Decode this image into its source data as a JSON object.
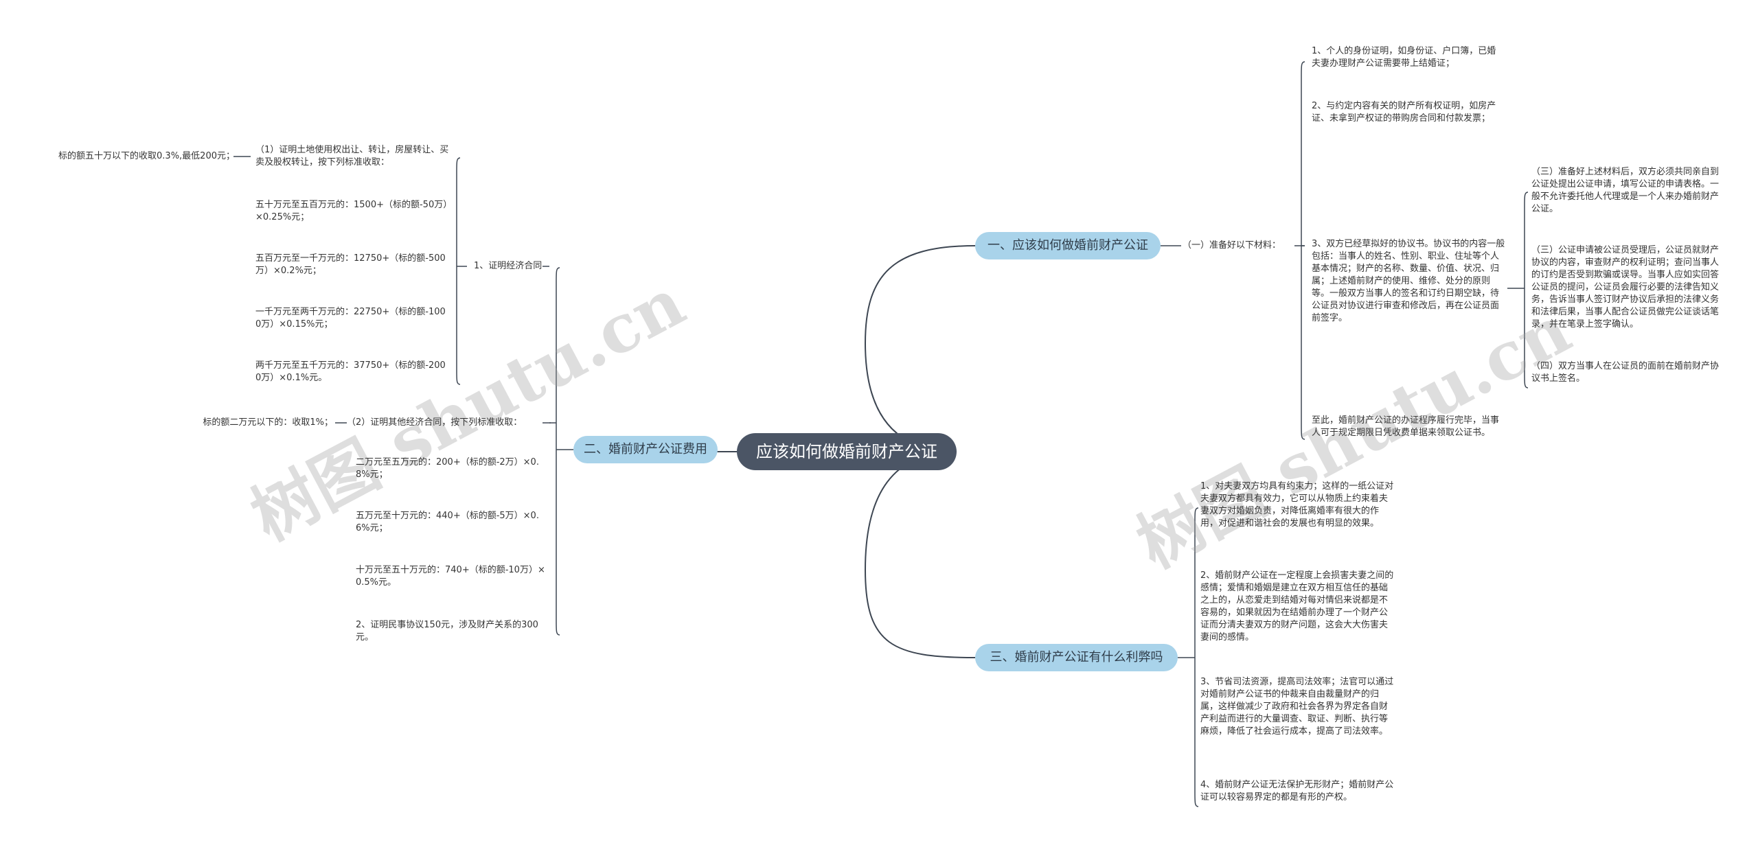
{
  "root": "应该如何做婚前财产公证",
  "branches": {
    "b1": "一、应该如何做婚前财产公证",
    "b2": "二、婚前财产公证费用",
    "b3": "三、婚前财产公证有什么利弊吗"
  },
  "b1": {
    "sub": "（一）准备好以下材料：",
    "items": [
      "1、个人的身份证明，如身份证、户口簿，已婚夫妻办理财产公证需要带上结婚证；",
      "2、与约定内容有关的财产所有权证明，如房产证、未拿到产权证的带购房合同和付款发票；",
      "3、双方已经草拟好的协议书。协议书的内容一般包括：当事人的姓名、性别、职业、住址等个人基本情况；财产的名称、数量、价值、状况、归属；上述婚前财产的使用、维修、处分的原则等。一般双方当事人的签名和订约日期空缺，待公证员对协议进行审查和修改后，再在公证员面前签字。",
      "至此，婚前财产公证的办证程序履行完毕，当事人可于规定期限日凭收费单据来领取公证书。"
    ],
    "steps": [
      "（三）准备好上述材料后，双方必须共同亲自到公证处提出公证申请，填写公证的申请表格。一般不允许委托他人代理或是一个人来办婚前财产公证。",
      "（三）公证申请被公证员受理后，公证员就财产协议的内容，审查财产的权利证明；查问当事人的订约是否受到欺骗或误导。当事人应如实回答公证员的提问，公证员会履行必要的法律告知义务，告诉当事人签订财产协议后承担的法律义务和法律后果，当事人配合公证员做完公证谈话笔录，并在笔录上签字确认。",
      "（四）双方当事人在公证员的面前在婚前财产协议书上签名。"
    ]
  },
  "b2": {
    "econ": "1、证明经济合同",
    "p1": "（1）证明土地使用权出让、转让，房屋转让、买卖及股权转让，按下列标准收取：",
    "p1_leaf": "标的额五十万以下的收取0.3%,最低200元；",
    "p1_items": [
      "五十万元至五百万元的：1500+（标的额-50万）×0.25%元；",
      "五百万元至一千万元的：12750+（标的额-500万）×0.2%元；",
      "一千万元至两千万元的：22750+（标的额-1000万）×0.15%元；",
      "两千万元至五千万元的：37750+（标的额-2000万）×0.1%元。"
    ],
    "p2": "（2）证明其他经济合同，按下列标准收取：",
    "p2_leaf": "标的额二万元以下的：收取1%；",
    "p2_items": [
      "二万元至五万元的：200+（标的额-2万）×0.8%元；",
      "五万元至十万元的：440+（标的额-5万）×0.6%元；",
      "十万元至五十万元的：740+（标的额-10万）×0.5%元。"
    ],
    "civil": "2、证明民事协议150元，涉及财产关系的300元。"
  },
  "b3": {
    "items": [
      "1、对夫妻双方均具有约束力；这样的一纸公证对夫妻双方都具有效力，它可以从物质上约束着夫妻双方对婚姻负责，对降低离婚率有很大的作用，对促进和谐社会的发展也有明显的效果。",
      "2、婚前财产公证在一定程度上会损害夫妻之间的感情；爱情和婚姻是建立在双方相互信任的基础之上的，从恋爱走到结婚对每对情侣来说都是不容易的，如果就因为在结婚前办理了一个财产公证而分清夫妻双方的财产问题，这会大大伤害夫妻间的感情。",
      "3、节省司法资源，提高司法效率；法官可以通过对婚前财产公证书的仲裁来自由裁量财产的归属，这样做减少了政府和社会各界为界定各自财产利益而进行的大量调查、取证、判断、执行等麻烦，降低了社会运行成本，提高了司法效率。",
      "4、婚前财产公证无法保护无形财产；婚前财产公证可以较容易界定的都是有形的产权。"
    ]
  },
  "watermarks": [
    "树图 shutu.cn",
    "树图 shutu.cn"
  ]
}
